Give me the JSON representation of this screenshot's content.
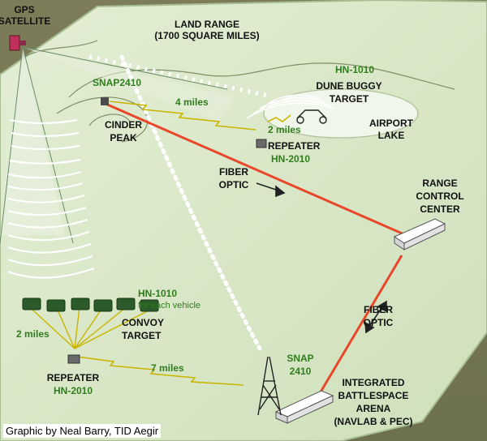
{
  "labels": {
    "gps_satellite": [
      "GPS",
      "SATELLITE"
    ],
    "land_range": [
      "LAND RANGE",
      "(1700 SQUARE MILES)"
    ],
    "hn1010_top": "HN-1010",
    "dune_buggy": [
      "DUNE BUGGY",
      "TARGET"
    ],
    "snap_top": "SNAP2410",
    "four_miles": "4 miles",
    "airport_lake": [
      "AIRPORT",
      "LAKE"
    ],
    "cinder_peak": [
      "CINDER",
      "PEAK"
    ],
    "two_miles_top": "2 miles",
    "repeater_top": "REPEATER",
    "hn2010_top": "HN-2010",
    "fiber_optic_1": [
      "FIBER",
      "OPTIC"
    ],
    "range_control": [
      "RANGE",
      "CONTROL",
      "CENTER"
    ],
    "hn1010_convoy": "HN-1010",
    "for_each_vehicle": "for each vehicle",
    "convoy_target": [
      "CONVOY",
      "TARGET"
    ],
    "two_miles_left": "2 miles",
    "fiber_optic_2": [
      "FIBER",
      "OPTIC"
    ],
    "seven_miles": "7 miles",
    "snap_bottom": [
      "SNAP",
      "2410"
    ],
    "repeater_bottom": "REPEATER",
    "hn2010_bottom": "HN-2010",
    "integrated": [
      "INTEGRATED",
      "BATTLESPACE",
      "ARENA",
      "(NAVLAB & PEC)"
    ],
    "credit": "Graphic by Neal Barry, TID Aegir"
  },
  "colors": {
    "terrain": "#d9e8c9",
    "terrain_dark": "#c3d9ae",
    "ground_out": "#8a8a62",
    "fiber": "#e8472a",
    "wave": "#ffffff",
    "green_text": "#2f7d1c"
  }
}
